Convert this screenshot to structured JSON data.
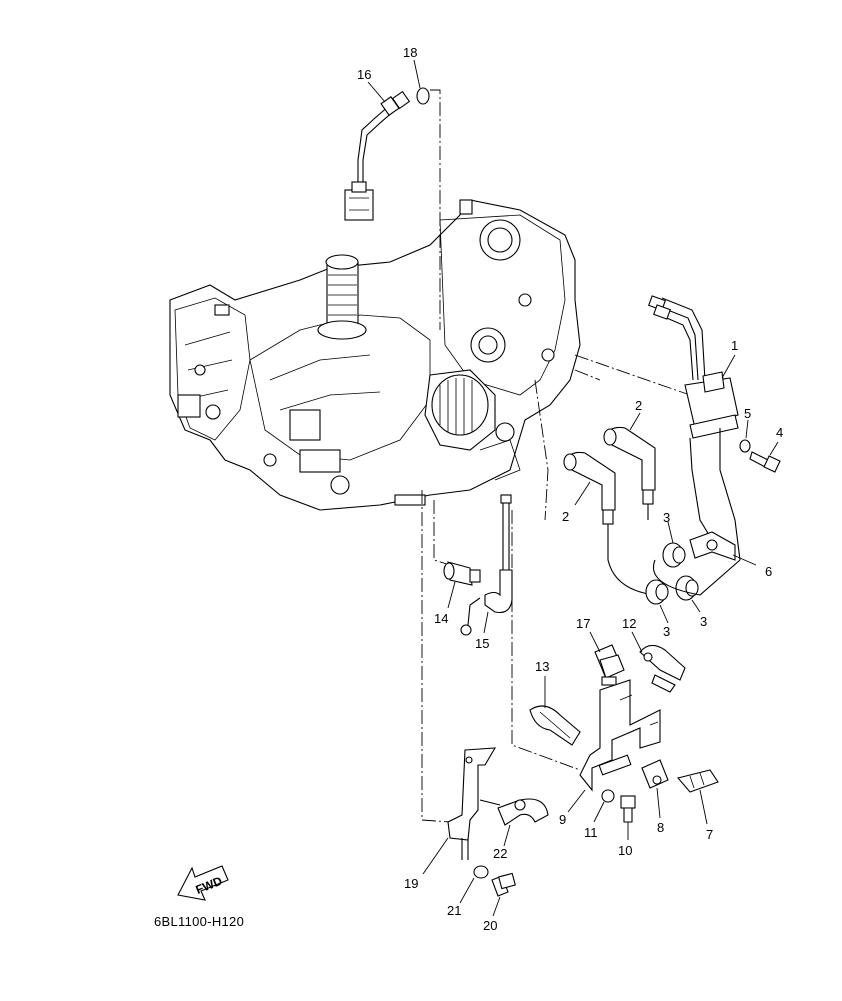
{
  "diagram": {
    "code": "6BL1100-H120",
    "fwd_label": "FWD"
  },
  "callouts": [
    {
      "id": "1",
      "label": "1"
    },
    {
      "id": "2a",
      "label": "2"
    },
    {
      "id": "2b",
      "label": "2"
    },
    {
      "id": "3a",
      "label": "3"
    },
    {
      "id": "3b",
      "label": "3"
    },
    {
      "id": "3c",
      "label": "3"
    },
    {
      "id": "4",
      "label": "4"
    },
    {
      "id": "5",
      "label": "5"
    },
    {
      "id": "6",
      "label": "6"
    },
    {
      "id": "7",
      "label": "7"
    },
    {
      "id": "8",
      "label": "8"
    },
    {
      "id": "9",
      "label": "9"
    },
    {
      "id": "10",
      "label": "10"
    },
    {
      "id": "11",
      "label": "11"
    },
    {
      "id": "12",
      "label": "12"
    },
    {
      "id": "13",
      "label": "13"
    },
    {
      "id": "14",
      "label": "14"
    },
    {
      "id": "15",
      "label": "15"
    },
    {
      "id": "16",
      "label": "16"
    },
    {
      "id": "17",
      "label": "17"
    },
    {
      "id": "18",
      "label": "18"
    },
    {
      "id": "19",
      "label": "19"
    },
    {
      "id": "20",
      "label": "20"
    },
    {
      "id": "21",
      "label": "21"
    },
    {
      "id": "22",
      "label": "22"
    }
  ]
}
